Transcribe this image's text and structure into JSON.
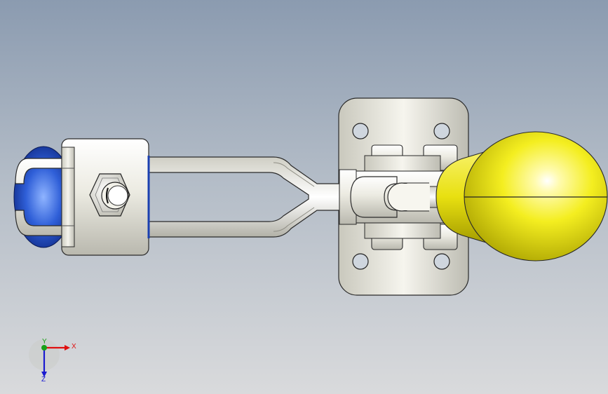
{
  "viewport": {
    "background_top": "#8b9bb0",
    "background_bottom": "#d9dadc"
  },
  "model": {
    "type": "toggle-clamp",
    "handle_color": "#f2ec1e",
    "cap_color": "#1a3fb0",
    "metal_color": "#ecebe2"
  },
  "triad": {
    "x_label": "X",
    "y_label": "Y",
    "z_label": "Z",
    "x_color": "#e01010",
    "y_color": "#18a018",
    "z_color": "#1a1ad0"
  }
}
